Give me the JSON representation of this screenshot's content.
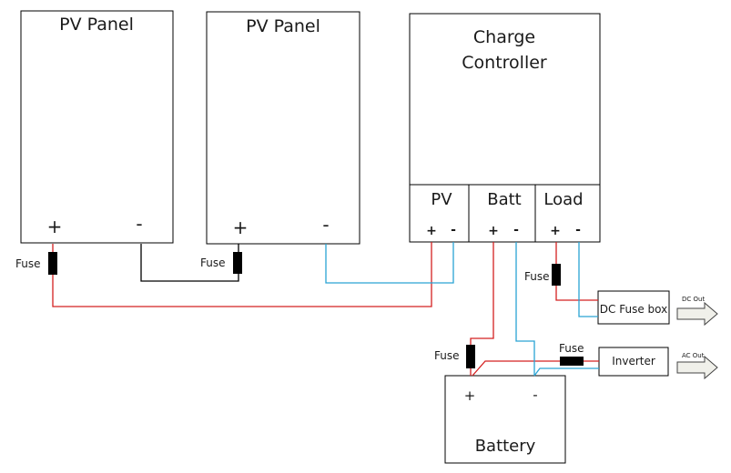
{
  "diagram": {
    "pv_panel_1": {
      "title": "PV Panel",
      "plus": "+",
      "minus": "-"
    },
    "pv_panel_2": {
      "title": "PV Panel",
      "plus": "+",
      "minus": "-"
    },
    "charge_controller": {
      "title_line1": "Charge",
      "title_line2": "Controller",
      "sections": {
        "pv": {
          "label": "PV",
          "plus": "+",
          "minus": "-"
        },
        "batt": {
          "label": "Batt",
          "plus": "+",
          "minus": "-"
        },
        "load": {
          "label": "Load",
          "plus": "+",
          "minus": "-"
        }
      }
    },
    "fuse_labels": {
      "panel1": "Fuse",
      "panel2": "Fuse",
      "load": "Fuse",
      "battery": "Fuse",
      "inverter": "Fuse"
    },
    "dc_fuse_box": {
      "label": "DC Fuse box",
      "out_label": "DC Out"
    },
    "inverter": {
      "label": "Inverter",
      "out_label": "AC Out"
    },
    "battery": {
      "title": "Battery",
      "plus": "+",
      "minus": "-"
    },
    "colors": {
      "positive": "#d42020",
      "negative": "#2aa3d4",
      "series": "#000000"
    }
  }
}
